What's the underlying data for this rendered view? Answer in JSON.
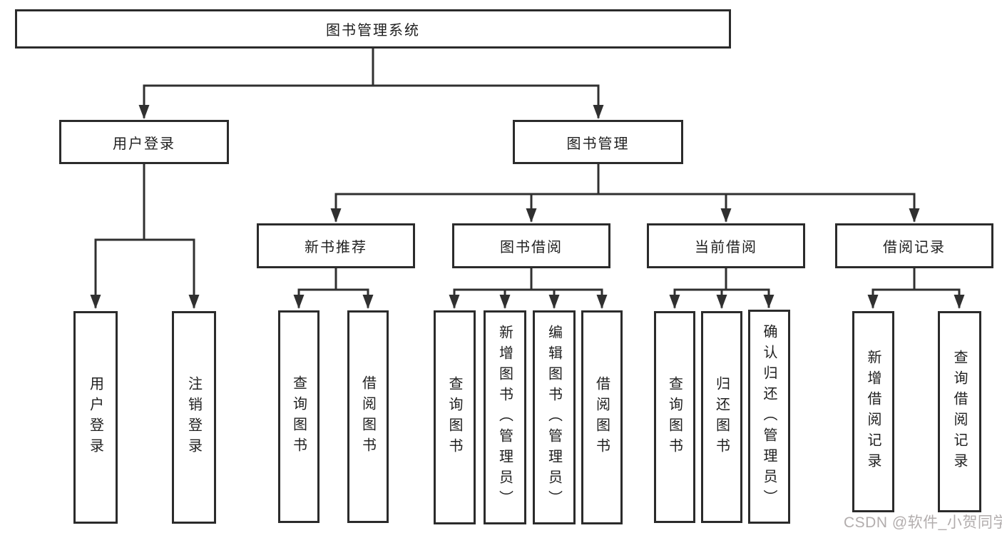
{
  "diagram": {
    "root": {
      "label": "图书管理系统"
    },
    "branches": [
      {
        "label": "用户登录",
        "items": [
          {
            "label": "用户登录"
          },
          {
            "label": "注销登录"
          }
        ]
      },
      {
        "label": "图书管理",
        "sections": [
          {
            "label": "新书推荐",
            "items": [
              {
                "label": "查询图书"
              },
              {
                "label": "借阅图书"
              }
            ]
          },
          {
            "label": "图书借阅",
            "items": [
              {
                "label": "查询图书"
              },
              {
                "label": "新增图书（管理员）"
              },
              {
                "label": "编辑图书（管理员）"
              },
              {
                "label": "借阅图书"
              }
            ]
          },
          {
            "label": "当前借阅",
            "items": [
              {
                "label": "查询图书"
              },
              {
                "label": "归还图书"
              },
              {
                "label": "确认归还（管理员）"
              }
            ]
          },
          {
            "label": "借阅记录",
            "items": [
              {
                "label": "新增借阅记录"
              },
              {
                "label": "查询借阅记录"
              }
            ]
          }
        ]
      }
    ]
  },
  "watermark": {
    "text": "CSDN @软件_小贺同学"
  },
  "colors": {
    "line": "#303030",
    "box_border": "#2b2b2b",
    "box_fill": "#ffffff",
    "text": "#1f1f1f",
    "background": "#ffffff",
    "watermark": "#a8a2a2"
  }
}
